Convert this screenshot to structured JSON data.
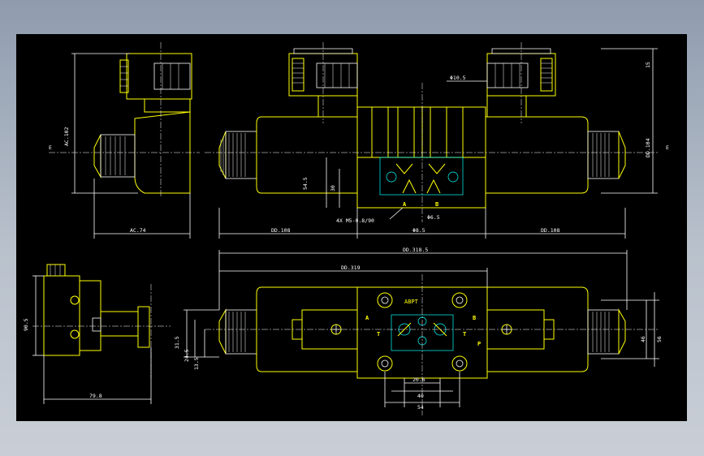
{
  "drawing": {
    "background": "#000000",
    "line_colors": {
      "outline": "#ffff00",
      "dimension": "#ffffff",
      "hidden": "#00ffff",
      "hatch": "#ffffff"
    },
    "view_markers": {
      "left": "E",
      "right": "E"
    },
    "dimensions": {
      "height_total": "AC.102",
      "side_width_top": "AC.74",
      "left_solenoid": "DD.108",
      "center_width": "Φ8.5",
      "right_solenoid": "DD.108",
      "right_height": "DD.104",
      "top_right": "15",
      "hole_dia": "Φ10.5",
      "body_h1": "54.5",
      "body_h2": "30",
      "thread_note": "4X M5-0.8/90",
      "port_dia": "Φ6.5",
      "overall_length": "DD.318.5",
      "inner_length": "DD.319",
      "side_height": "90.5",
      "side_width_bottom": "79.8",
      "left_v1": "31.5",
      "left_v2": "24.5",
      "left_v3": "13.5",
      "right_v1": "46",
      "right_v2": "56",
      "bottom_w1": "20.6",
      "bottom_w2": "40",
      "bottom_w3": "54"
    },
    "ports": {
      "a_top": "A",
      "b_top": "B",
      "a_plan": "A",
      "b_plan": "B",
      "t_left": "T",
      "t_right": "T",
      "p_plan": "P",
      "a_small": "A",
      "b_small": "B",
      "coil_marking": "ABPT"
    }
  }
}
